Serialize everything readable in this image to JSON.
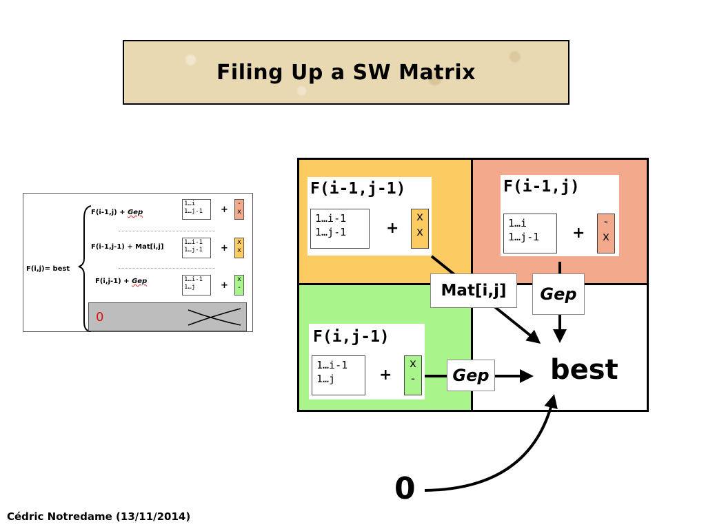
{
  "title": "Filing Up a SW Matrix",
  "footer": "Cédric Notredame (13/11/2014)",
  "mini": {
    "lhs": "F(i,j)= best",
    "rows": [
      {
        "expr": "F(i-1,j) + ",
        "cost": "Gep",
        "seq": "1…i\n1…j-1",
        "col": "-\nx",
        "col_color": "#f3a98c"
      },
      {
        "expr": "F(i-1,j-1) + Mat[i,j]",
        "cost": "",
        "seq": "1…i-1\n1…j-1",
        "col": "x\nx",
        "col_color": "#fccb61"
      },
      {
        "expr": "F(i,j-1) + ",
        "cost": "Gep",
        "seq": "1…i-1\n1…j",
        "col": "x\n-",
        "col_color": "#a9f58c"
      }
    ],
    "plus": "+",
    "zero": "0"
  },
  "diagram": {
    "top_left": {
      "label": "F(i-1,j-1)",
      "seq": "1…i-1\n1…j-1",
      "col": "x\nx",
      "color": "#fccb61"
    },
    "top_right": {
      "label": "F(i-1,j)",
      "seq": "1…i\n1…j-1",
      "col": "-\nx",
      "color": "#f3a98c"
    },
    "bottom_left": {
      "label": "F(i,j-1)",
      "seq": "1…i-1\n1…j",
      "col": "x\n-",
      "color": "#a9f58c"
    },
    "plus": "+",
    "mat_label": "Mat[i,j]",
    "gep_label": "Gep",
    "best_label": "best",
    "zero_label": "0"
  }
}
